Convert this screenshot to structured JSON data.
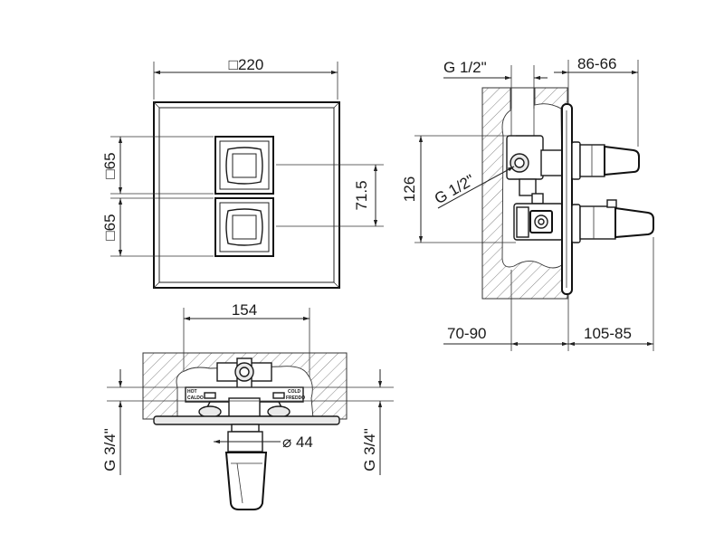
{
  "diagram": {
    "front_view": {
      "plate_width_label": "□220",
      "upper_button_size_label": "□65",
      "lower_button_size_label": "□65",
      "button_spacing_label": "71.5"
    },
    "bottom_view": {
      "spacing_label": "154",
      "handle_diameter_label": "⌀ 44",
      "left_thread_label": "G 3/4\"",
      "right_thread_label": "G 3/4\"",
      "hot_label": "HOT",
      "hot_label_it": "CALDO",
      "cold_label": "COLD",
      "cold_label_it": "FREDDO"
    },
    "side_view": {
      "inlet_thread_label": "G 1/2\"",
      "outlet_thread_label": "G 1/2\"",
      "handle_projection_label": "86-66",
      "height_label": "126",
      "wall_depth_label": "70-90",
      "total_projection_label": "105-85"
    }
  }
}
